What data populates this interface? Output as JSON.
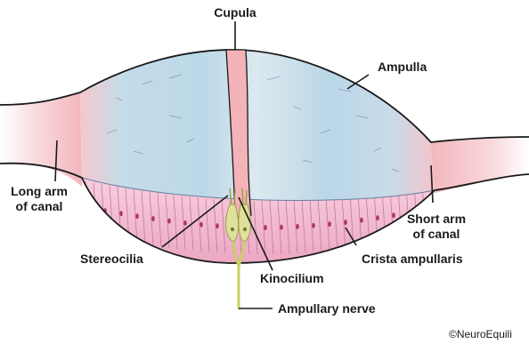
{
  "labels": {
    "cupula": "Cupula",
    "ampulla": "Ampulla",
    "long_arm": [
      "Long arm",
      "of canal"
    ],
    "short_arm": [
      "Short arm",
      "of canal"
    ],
    "stereocilia": "Stereocilia",
    "kinocilium": "Kinocilium",
    "crista": "Crista ampullaris",
    "nerve": "Ampullary nerve"
  },
  "credit": "©NeuroEquili",
  "colors": {
    "cupula_fill": "#f2b8bc",
    "ampulla_blue": "#bcdbe8",
    "canal_pink": "#f4c6cc",
    "crista_pink": "#efb3cb",
    "cell_dot": "#b0316a",
    "hair_cell": "#dfe09a",
    "nerve": "#c9cf63",
    "outline": "#1a1a1a"
  }
}
